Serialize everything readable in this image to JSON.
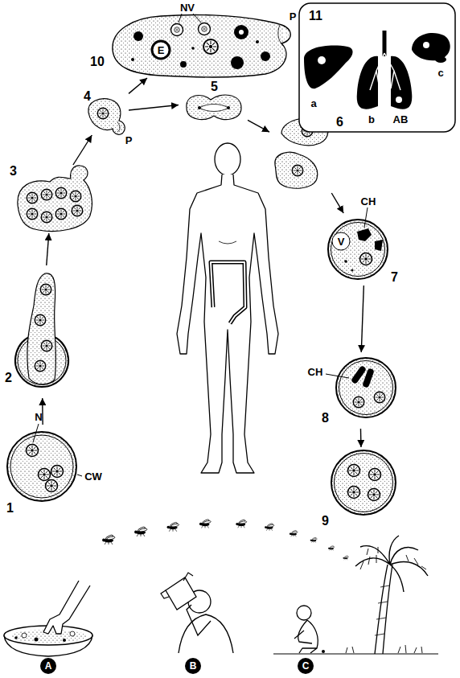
{
  "diagram": {
    "nodes": [
      {
        "text": [
          "1"
        ]
      },
      {
        "text": [
          "2"
        ]
      },
      {
        "text": [
          "3"
        ]
      },
      {
        "text": [
          "4"
        ]
      },
      {
        "text": [
          "10"
        ]
      },
      {
        "text": [
          "5"
        ]
      },
      {
        "text": [
          "6"
        ]
      },
      {
        "text": [
          "7"
        ]
      },
      {
        "text": [
          "8"
        ]
      },
      {
        "text": [
          "9"
        ]
      },
      {
        "text": [
          "11"
        ]
      }
    ],
    "edges": [
      {
        "from": 0,
        "to": 1,
        "arrow": "to"
      },
      {
        "from": 1,
        "to": 2,
        "arrow": "to"
      },
      {
        "from": 2,
        "to": 3,
        "arrow": "to"
      },
      {
        "from": 3,
        "to": 4,
        "arrow": "to"
      },
      {
        "from": 3,
        "to": 5,
        "arrow": "to"
      },
      {
        "from": 5,
        "to": 6,
        "arrow": "to"
      },
      {
        "from": 6,
        "to": 7,
        "arrow": "to"
      },
      {
        "from": 7,
        "to": 8,
        "arrow": "to"
      },
      {
        "from": 8,
        "to": 9,
        "arrow": "to"
      }
    ],
    "labels": [
      "N",
      "CW",
      "P",
      "NV",
      "P",
      "E",
      "CH",
      "V",
      "CH",
      "a",
      "b",
      "c",
      "AB",
      "A",
      "B",
      "C"
    ]
  }
}
